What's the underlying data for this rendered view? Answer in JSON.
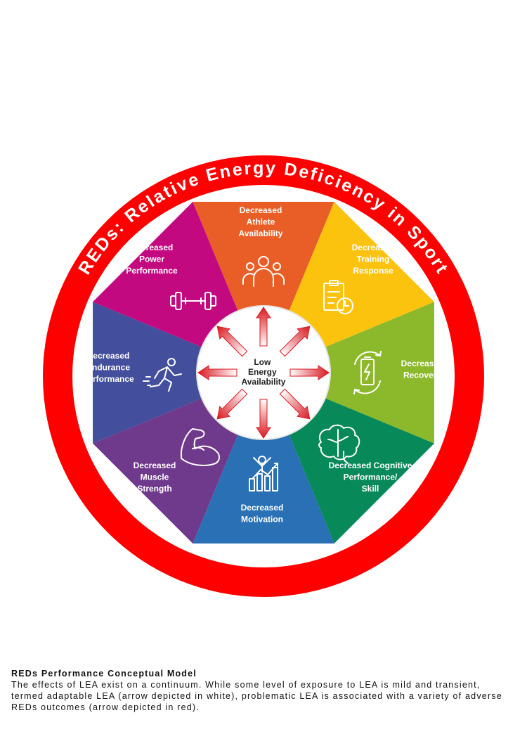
{
  "diagram": {
    "title": "REDs: Relative Energy Deficiency in Sport",
    "center": {
      "lines": [
        "Low",
        "Energy",
        "Availability"
      ]
    },
    "segments": [
      {
        "lines": [
          "Decreased",
          "Athlete",
          "Availability"
        ],
        "color": "#e85e26",
        "icon": "people-icon"
      },
      {
        "lines": [
          "Decreased",
          "Training",
          "Response"
        ],
        "color": "#fcc30e",
        "icon": "clipboard-clock-icon"
      },
      {
        "lines": [
          "Decreased",
          "Recovery"
        ],
        "color": "#8cb92b",
        "icon": "battery-cycle-icon"
      },
      {
        "lines": [
          "Decreased Cognitive",
          "Performance/",
          "Skill"
        ],
        "color": "#07895a",
        "icon": "brain-icon"
      },
      {
        "lines": [
          "Decreased",
          "Motivation"
        ],
        "color": "#2970b4",
        "icon": "victory-chart-icon"
      },
      {
        "lines": [
          "Decreased",
          "Muscle",
          "Strength"
        ],
        "color": "#6f3a8c",
        "icon": "flexed-arm-icon"
      },
      {
        "lines": [
          "Decreased",
          "Endurance",
          "Performance"
        ],
        "color": "#434f9c",
        "icon": "runner-icon"
      },
      {
        "lines": [
          "Decreased",
          "Power",
          "Performance"
        ],
        "color": "#c3097f",
        "icon": "dumbbell-icon"
      }
    ],
    "ring_color": "#fe0000",
    "arrow_color": "#d81920"
  },
  "caption": {
    "title": "REDs Performance Conceptual Model",
    "body": "The effects of LEA exist on a continuum. While some level of exposure to LEA is mild and transient, termed adaptable LEA (arrow depicted in white), problematic LEA is associated with a variety of adverse REDs outcomes (arrow depicted in red)."
  }
}
